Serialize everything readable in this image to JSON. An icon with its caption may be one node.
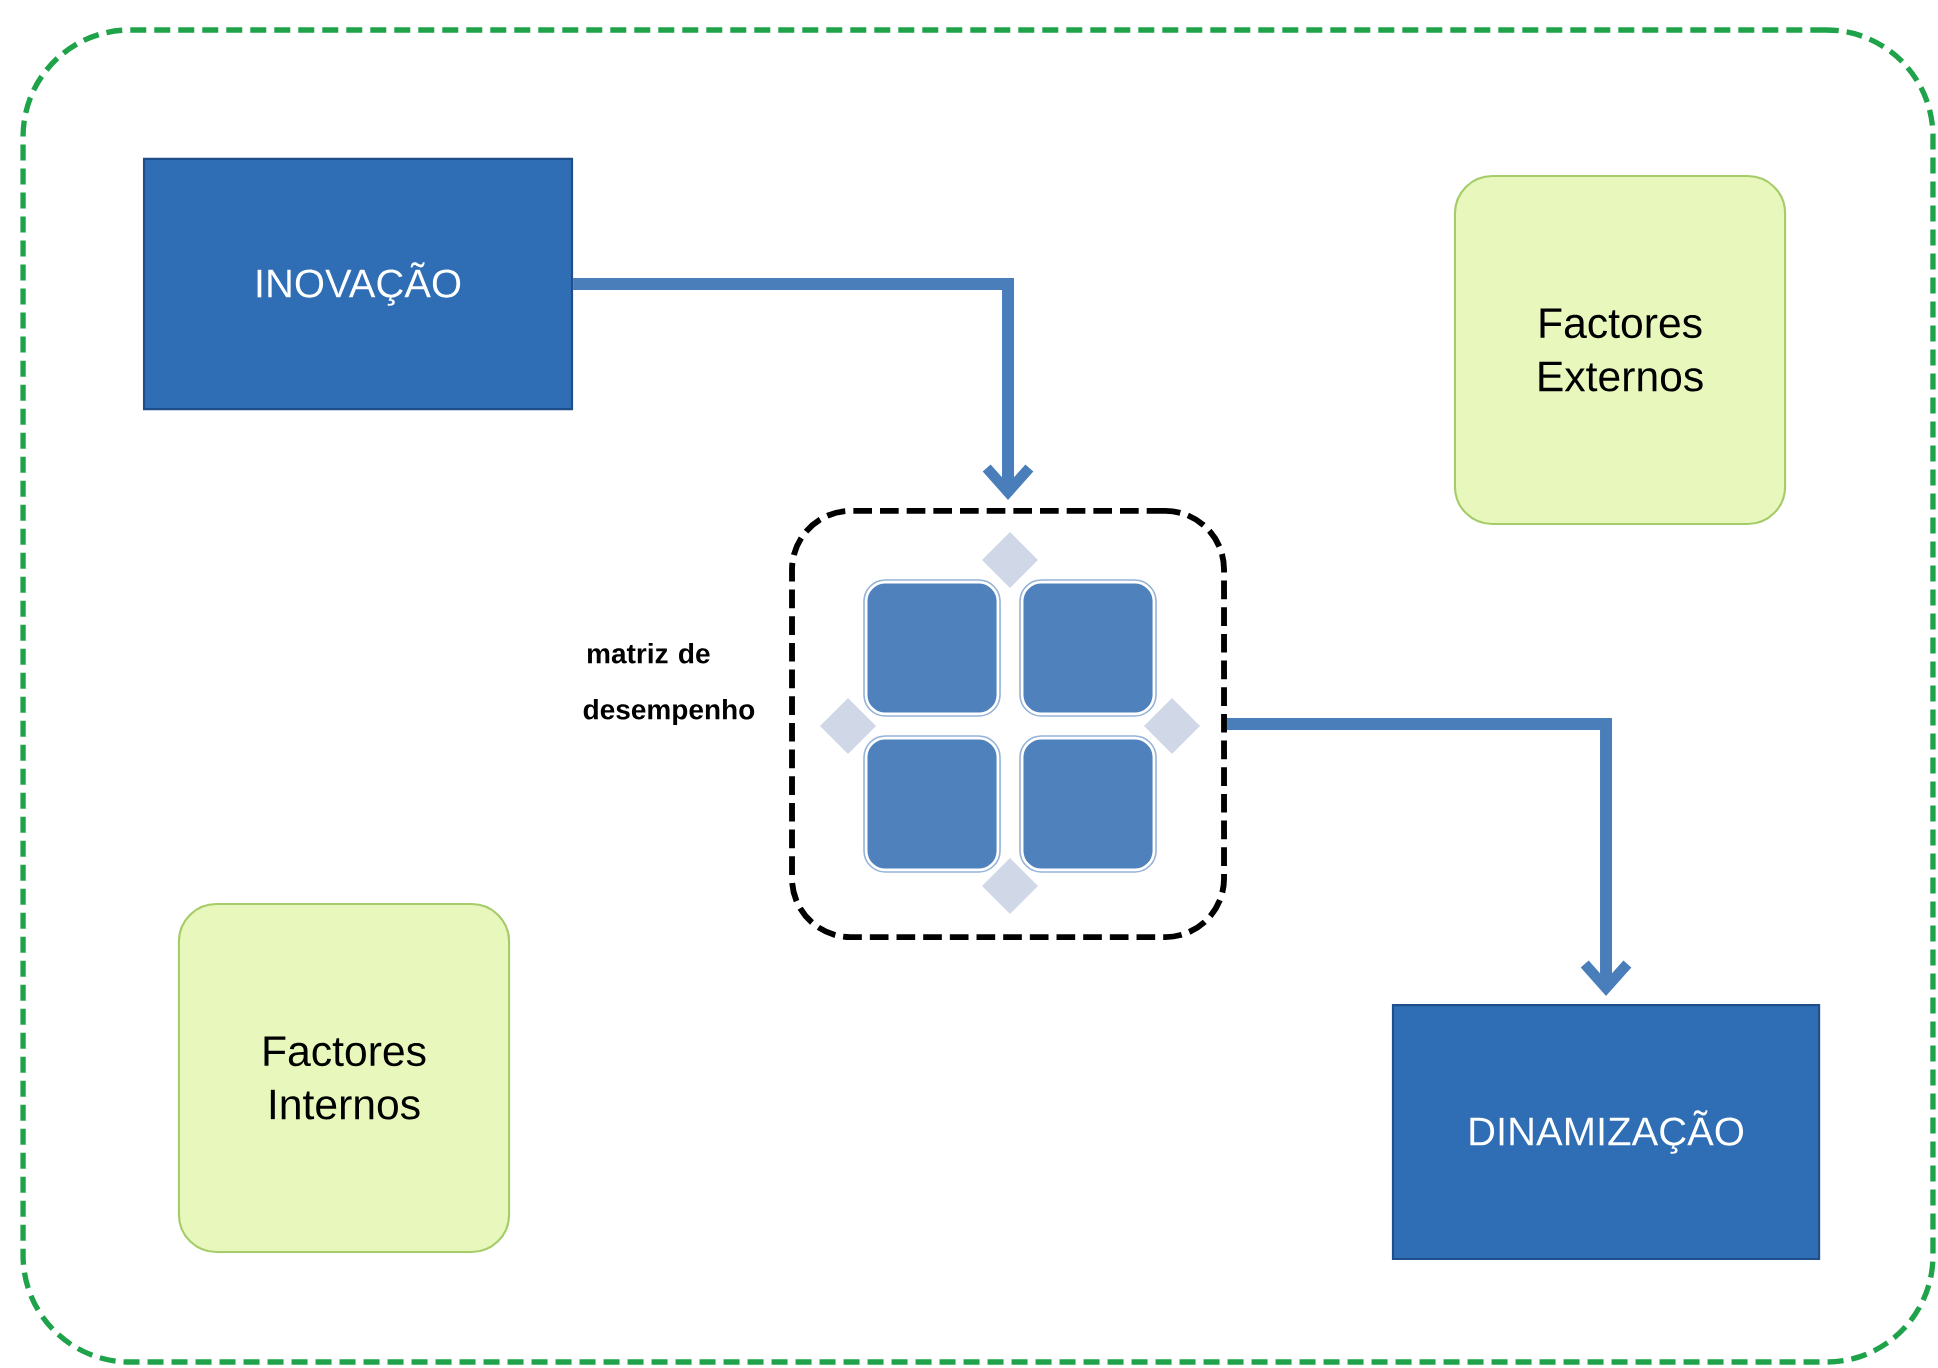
{
  "diagram": {
    "nodes": [
      {
        "text": [],
        "shape": "box"
      },
      {
        "text": [
          "INOVAÇÃO"
        ],
        "in": 0
      },
      {
        "text": [
          "Factores Externos"
        ],
        "in": 0
      },
      {
        "text": [
          "matriz de desempenho"
        ],
        "in": 0
      },
      {
        "text": [],
        "shape": "box",
        "in": 3
      },
      {
        "text": [],
        "shape": "box",
        "in": 3
      },
      {
        "text": [],
        "shape": "box",
        "in": 3
      },
      {
        "text": [],
        "shape": "box",
        "in": 3
      },
      {
        "text": [
          "Factores Internos"
        ],
        "in": 0
      },
      {
        "text": [
          "DINAMIZAÇÃO"
        ],
        "in": 0
      }
    ],
    "edges": [
      {
        "from": 1,
        "to": 3,
        "arrow": "to"
      },
      {
        "from": 3,
        "to": 9,
        "arrow": "to"
      }
    ]
  }
}
